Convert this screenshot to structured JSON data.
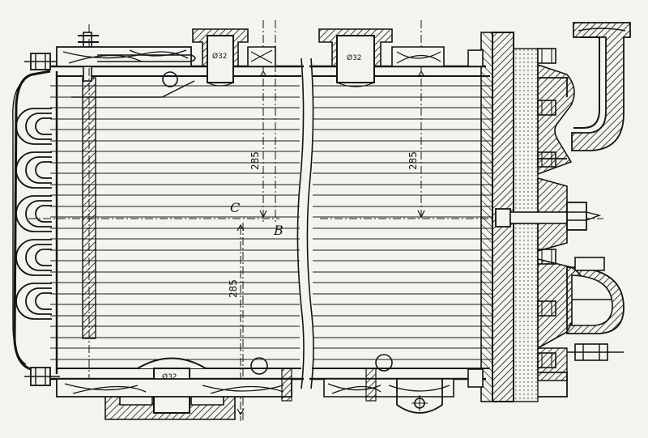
{
  "figure": {
    "labels": {
      "c": "C",
      "b": "B"
    },
    "dimensions": {
      "left_upper": "285",
      "left_lower": "285",
      "right_upper": "285"
    },
    "nozzle_marks": {
      "top_left": "Ø32",
      "top_right": "Ø32",
      "bottom": "Ø32"
    }
  }
}
